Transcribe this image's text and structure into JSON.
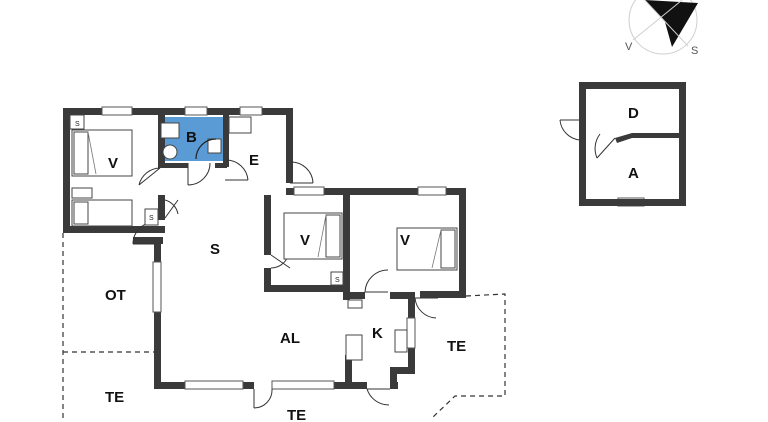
{
  "rooms": {
    "bedroom_nw": "V",
    "bathroom": "B",
    "entry": "E",
    "living": "S",
    "bedroom_mid": "V",
    "bedroom_east": "V",
    "alcove": "AL",
    "kitchen": "K",
    "outer_terrace": "OT",
    "terrace_sw": "TE",
    "terrace_south": "TE",
    "terrace_east": "TE",
    "shed_d": "D",
    "shed_a": "A"
  },
  "marks": {
    "cabinet_1": "S",
    "cabinet_2": "S",
    "cabinet_3": "S"
  },
  "compass": {
    "west": "V",
    "south": "S"
  },
  "colors": {
    "wall": "#3a3a3a",
    "bathroom": "#5b9bd5"
  }
}
